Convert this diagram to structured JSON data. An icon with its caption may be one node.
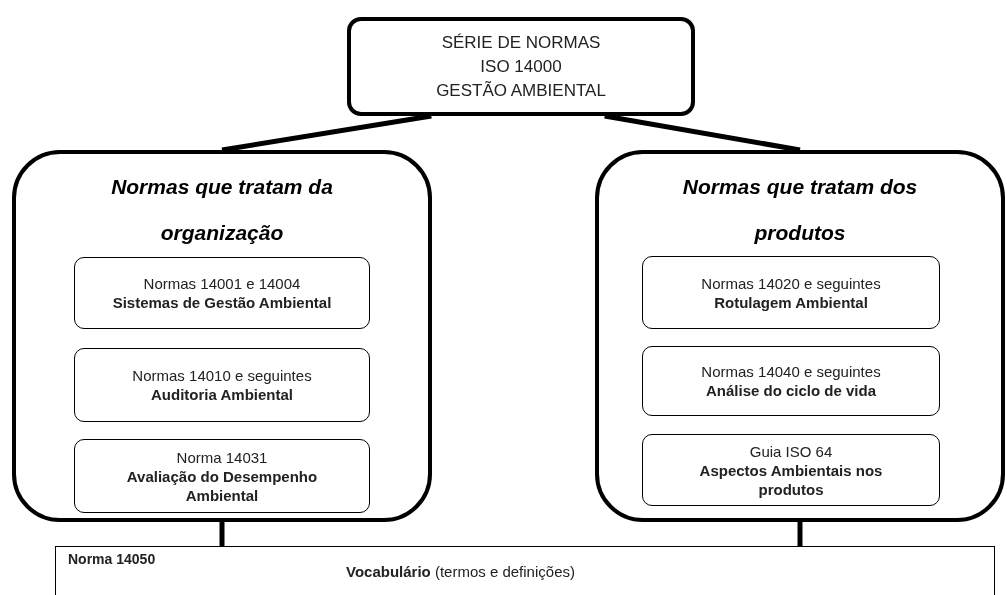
{
  "diagram": {
    "nodes": [
      {
        "text": [
          "SÉRIE DE NORMAS",
          "ISO 14000",
          "GESTÃO AMBIENTAL"
        ]
      },
      {
        "text": [
          "Normas que tratam da organização"
        ]
      },
      {
        "text": [
          "Normas 14001 e 14004",
          "Sistemas de Gestão Ambiental"
        ],
        "in": 1
      },
      {
        "text": [
          "Normas 14010 e seguintes",
          "Auditoria Ambiental"
        ],
        "in": 1
      },
      {
        "text": [
          "Norma 14031",
          "Avaliação do Desempenho Ambiental"
        ],
        "in": 1
      },
      {
        "text": [
          "Normas que tratam dos produtos"
        ]
      },
      {
        "text": [
          "Normas 14020 e seguintes",
          "Rotulagem Ambiental"
        ],
        "in": 5
      },
      {
        "text": [
          "Normas 14040 e seguintes",
          "Análise do ciclo de vida"
        ],
        "in": 5
      },
      {
        "text": [
          "Guia ISO 64",
          "Aspectos Ambientais nos produtos"
        ],
        "in": 5
      },
      {
        "text": [
          "Norma 14050",
          "**Vocabulário** (termos e definições)"
        ]
      }
    ],
    "edges": [
      {
        "from": 0,
        "to": 1,
        "arrow": "none"
      },
      {
        "from": 0,
        "to": 5,
        "arrow": "none"
      },
      {
        "from": 1,
        "to": 9,
        "arrow": "none"
      },
      {
        "from": 5,
        "to": 9,
        "arrow": "none"
      }
    ]
  }
}
